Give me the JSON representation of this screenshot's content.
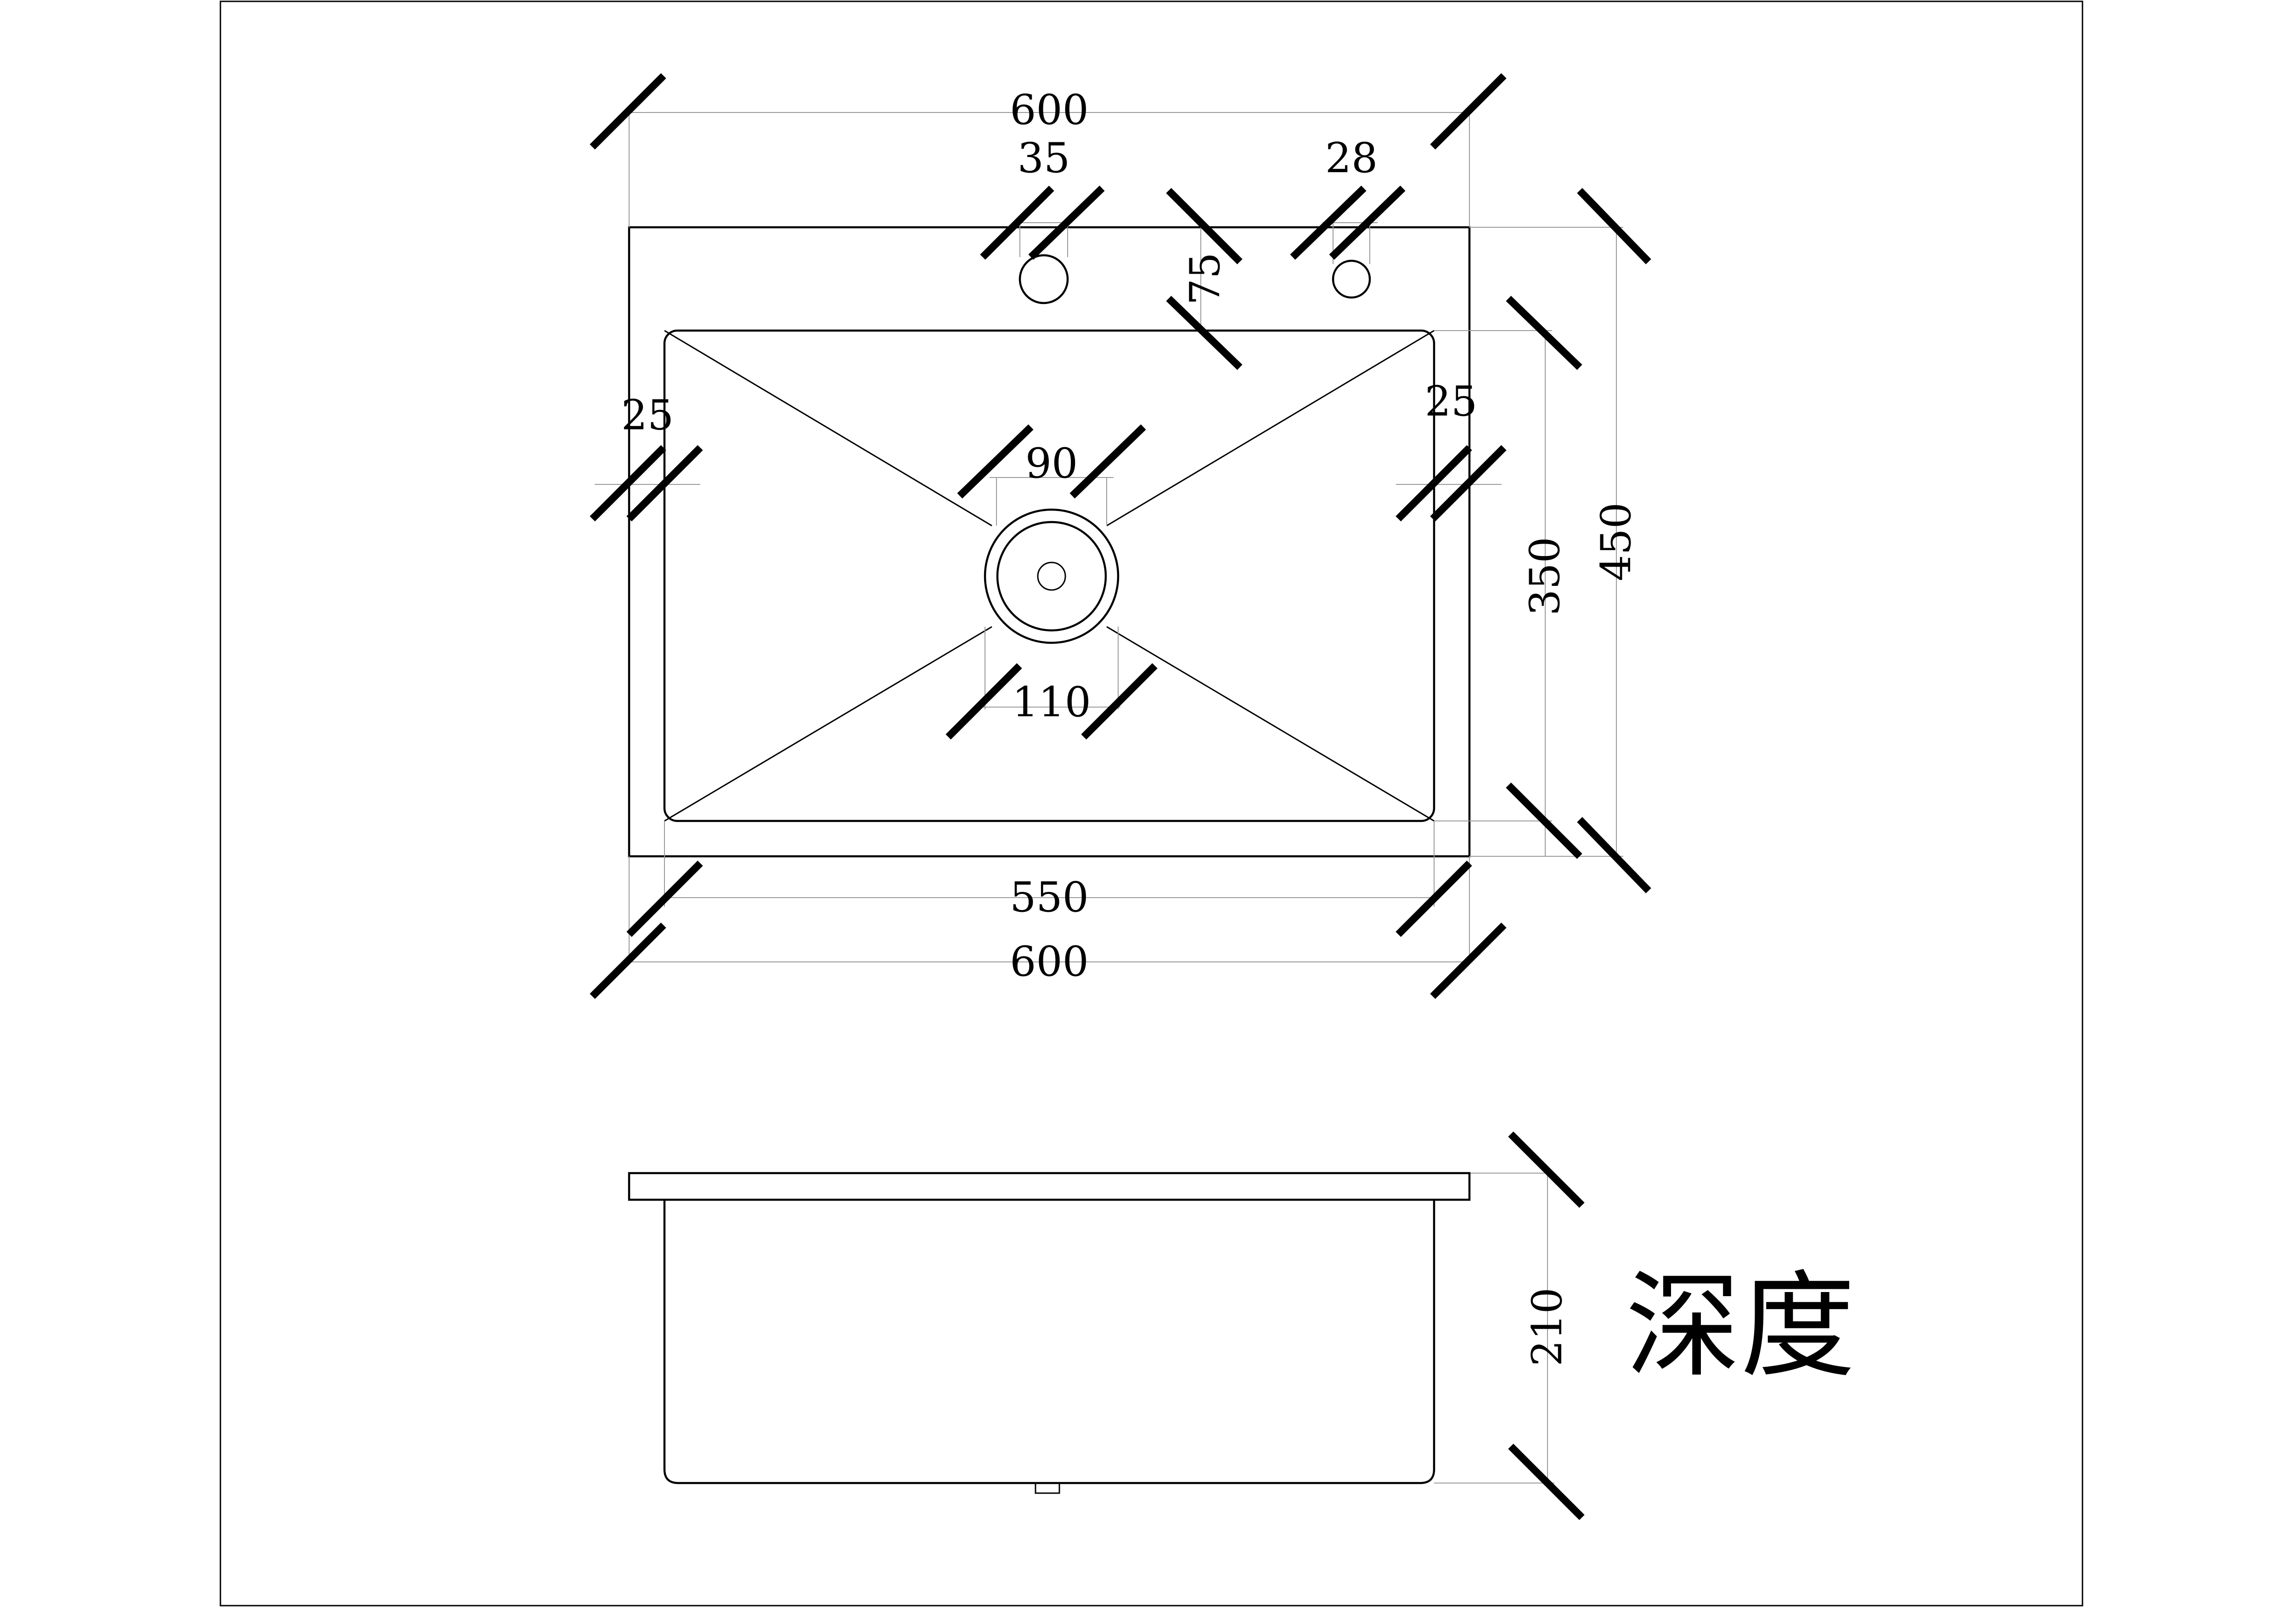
{
  "dimensions": {
    "top_width": "600",
    "faucet_hole_left": "35",
    "faucet_hole_right": "28",
    "hole_offset": "75",
    "left_rim": "25",
    "right_rim": "25",
    "drain_inner": "90",
    "drain_outer": "110",
    "inner_length": "550",
    "bottom_width": "600",
    "inner_width": "350",
    "overall_width": "450",
    "depth": "210"
  },
  "labels": {
    "depth_title": "深度"
  },
  "colors": {
    "line": "#000000",
    "extension": "#9a9a9a",
    "background": "#ffffff"
  }
}
